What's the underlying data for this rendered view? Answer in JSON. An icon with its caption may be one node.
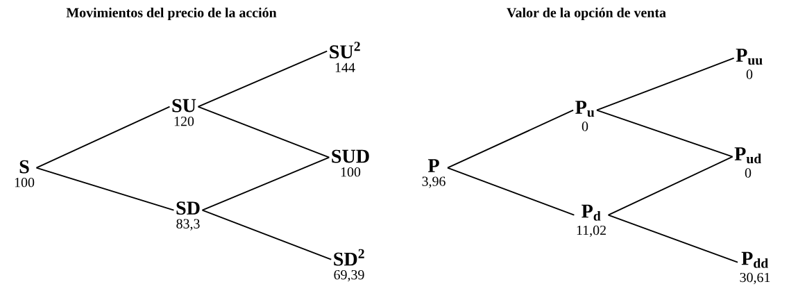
{
  "diagram": {
    "nodes": [
      {
        "text": [
          "S",
          "100"
        ]
      },
      {
        "text": [
          "SU",
          "120"
        ]
      },
      {
        "text": [
          "SD",
          "83,3"
        ]
      },
      {
        "text": [
          "SU$^{2}$",
          "144"
        ]
      },
      {
        "text": [
          "SUD",
          "100"
        ]
      },
      {
        "text": [
          "SD$^{2}$",
          "69,39"
        ]
      },
      {
        "text": [
          "P",
          "3,96"
        ]
      },
      {
        "text": [
          "P$_{u}$",
          "0"
        ]
      },
      {
        "text": [
          "P$_{d}$",
          "11,02"
        ]
      },
      {
        "text": [
          "P$_{uu}$",
          "0"
        ]
      },
      {
        "text": [
          "P$_{ud}$",
          "0"
        ]
      },
      {
        "text": [
          "P$_{dd}$",
          "30,61"
        ]
      }
    ],
    "edges": [
      {
        "from": 0,
        "to": 1,
        "arrow": "none"
      },
      {
        "from": 0,
        "to": 2,
        "arrow": "none"
      },
      {
        "from": 1,
        "to": 3,
        "arrow": "none"
      },
      {
        "from": 1,
        "to": 4,
        "arrow": "none"
      },
      {
        "from": 2,
        "to": 4,
        "arrow": "none"
      },
      {
        "from": 2,
        "to": 5,
        "arrow": "none"
      },
      {
        "from": 6,
        "to": 7,
        "arrow": "none"
      },
      {
        "from": 6,
        "to": 8,
        "arrow": "none"
      },
      {
        "from": 7,
        "to": 9,
        "arrow": "none"
      },
      {
        "from": 7,
        "to": 10,
        "arrow": "none"
      },
      {
        "from": 8,
        "to": 10,
        "arrow": "none"
      },
      {
        "from": 8,
        "to": 11,
        "arrow": "none"
      }
    ],
    "labels": [
      "Movimientos del precio de la acción",
      "Valor de la opción de venta"
    ]
  }
}
